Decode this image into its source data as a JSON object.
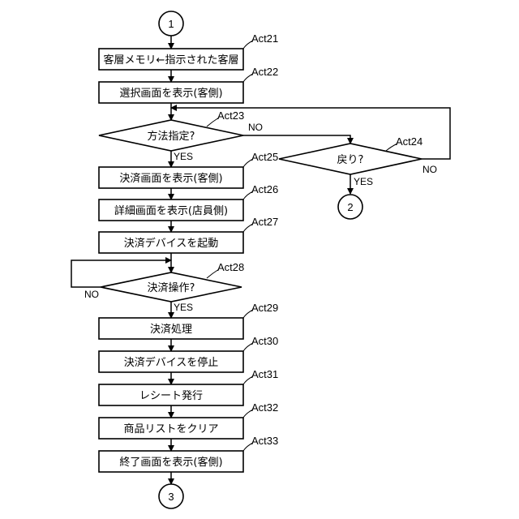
{
  "connectors": {
    "start": "1",
    "exit_back": "2",
    "end": "3"
  },
  "steps": {
    "act21": {
      "tag": "Act21",
      "text": "客層メモリ←指示された客層"
    },
    "act22": {
      "tag": "Act22",
      "text": "選択画面を表示(客側)"
    },
    "act25": {
      "tag": "Act25",
      "text": "決済画面を表示(客側)"
    },
    "act26": {
      "tag": "Act26",
      "text": "詳細画面を表示(店員側)"
    },
    "act27": {
      "tag": "Act27",
      "text": "決済デバイスを起動"
    },
    "act29": {
      "tag": "Act29",
      "text": "決済処理"
    },
    "act30": {
      "tag": "Act30",
      "text": "決済デバイスを停止"
    },
    "act31": {
      "tag": "Act31",
      "text": "レシート発行"
    },
    "act32": {
      "tag": "Act32",
      "text": "商品リストをクリア"
    },
    "act33": {
      "tag": "Act33",
      "text": "終了画面を表示(客側)"
    }
  },
  "decisions": {
    "act23": {
      "tag": "Act23",
      "text": "方法指定?",
      "yes": "YES",
      "no": "NO"
    },
    "act24": {
      "tag": "Act24",
      "text": "戻り?",
      "yes": "YES",
      "no": "NO"
    },
    "act28": {
      "tag": "Act28",
      "text": "決済操作?",
      "yes": "YES",
      "no": "NO"
    }
  }
}
